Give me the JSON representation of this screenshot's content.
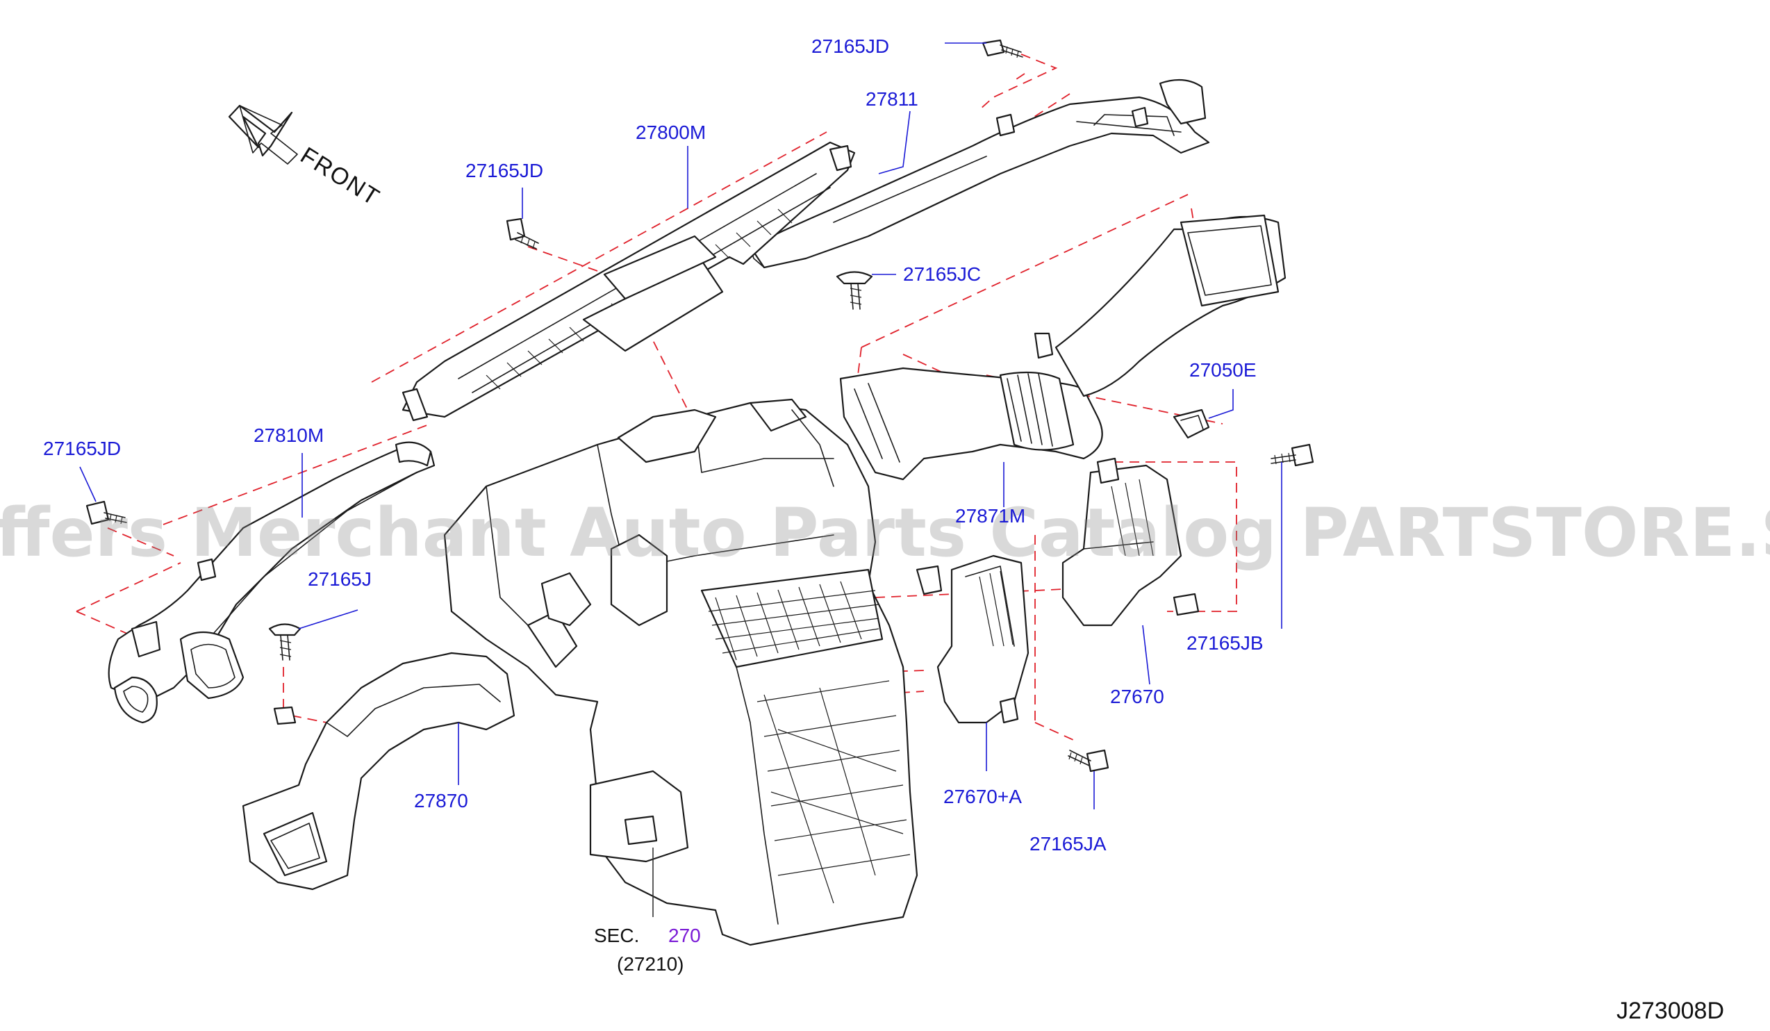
{
  "diagram": {
    "watermark": "Offers Merchant Auto Parts Catalog PARTSTORE.SA",
    "drawing_id": "J273008D",
    "front_label": "FRONT",
    "section_reference": {
      "prefix": "SEC.",
      "number": "270",
      "subpart": "(27210)"
    },
    "colors": {
      "label": "#1a1ad6",
      "section_number": "#7a1ad6",
      "guide_dash": "#e0202a",
      "linework": "#1b1b1b",
      "watermark": "#8a8a8a"
    },
    "part_labels": [
      {
        "id": "p1",
        "text": "27165JD"
      },
      {
        "id": "p2",
        "text": "27811"
      },
      {
        "id": "p3",
        "text": "27800M"
      },
      {
        "id": "p4",
        "text": "27165JD"
      },
      {
        "id": "p5",
        "text": "27165JC"
      },
      {
        "id": "p6",
        "text": "27050E"
      },
      {
        "id": "p7",
        "text": "27165JD"
      },
      {
        "id": "p8",
        "text": "27810M"
      },
      {
        "id": "p9",
        "text": "27871M"
      },
      {
        "id": "p10",
        "text": "27165J"
      },
      {
        "id": "p11",
        "text": "27165JB"
      },
      {
        "id": "p12",
        "text": "27670"
      },
      {
        "id": "p13",
        "text": "27870"
      },
      {
        "id": "p14",
        "text": "27670+A"
      },
      {
        "id": "p15",
        "text": "27165JA"
      }
    ]
  }
}
